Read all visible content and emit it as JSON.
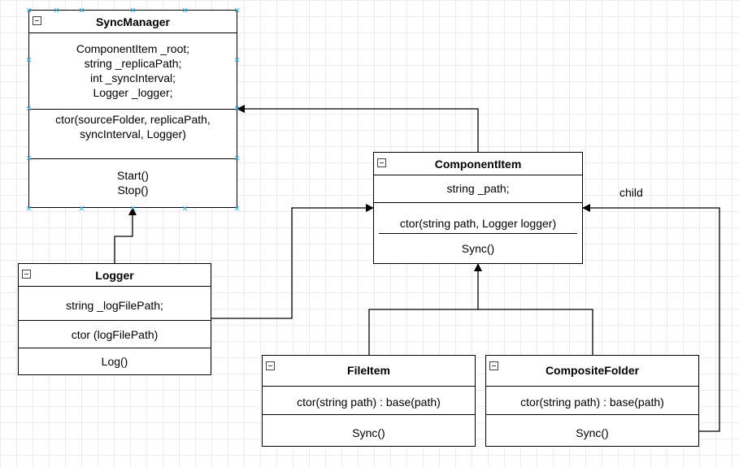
{
  "classes": {
    "sync_manager": {
      "title": "SyncManager",
      "fields": [
        "ComponentItem _root;",
        "string _replicaPath;",
        "int _syncInterval;",
        "Logger _logger;"
      ],
      "ctor": [
        "ctor(sourceFolder, replicaPath,",
        "syncInterval, Logger)"
      ],
      "methods": [
        "Start()",
        "Stop()"
      ]
    },
    "logger": {
      "title": "Logger",
      "fields": [
        "string _logFilePath;"
      ],
      "ctor": "ctor (logFilePath)",
      "methods": [
        "Log()"
      ]
    },
    "component_item": {
      "title": "ComponentItem",
      "fields": [
        "string _path;"
      ],
      "ctor": "ctor(string path, Logger logger)",
      "methods": [
        "Sync()"
      ]
    },
    "file_item": {
      "title": "FileItem",
      "ctor": "ctor(string path) : base(path)",
      "methods": [
        "Sync()"
      ]
    },
    "composite_folder": {
      "title": "CompositeFolder",
      "ctor": "ctor(string path) : base(path)",
      "methods": [
        "Sync()"
      ]
    }
  },
  "edge_labels": {
    "child": "child"
  },
  "colors": {
    "line": "#000000",
    "grid": "#ececec",
    "selection": "#29b6f6"
  }
}
